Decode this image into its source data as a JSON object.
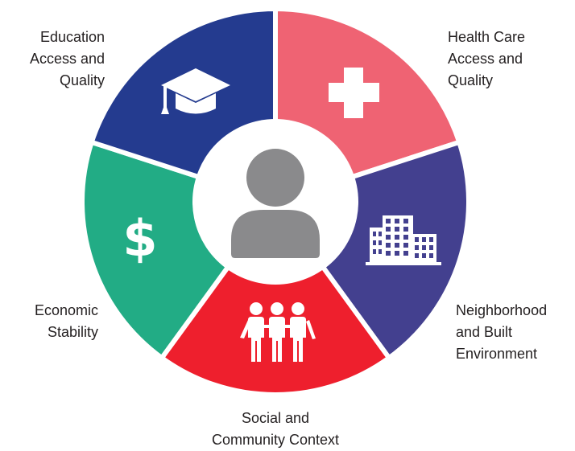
{
  "diagram": {
    "segments": [
      {
        "id": "education",
        "label_lines": [
          "Education",
          "Access and",
          "Quality"
        ],
        "color": "#243b8f",
        "icon": "graduation-cap-icon"
      },
      {
        "id": "health",
        "label_lines": [
          "Health Care",
          "Access and",
          "Quality"
        ],
        "color": "#ef6373",
        "icon": "medical-cross-icon"
      },
      {
        "id": "neighborhood",
        "label_lines": [
          "Neighborhood",
          "and Built",
          "Environment"
        ],
        "color": "#43408f",
        "icon": "buildings-icon"
      },
      {
        "id": "social",
        "label_lines": [
          "Social and",
          "Community Context"
        ],
        "color": "#ee1f2d",
        "icon": "people-group-icon"
      },
      {
        "id": "economic",
        "label_lines": [
          "Economic",
          "Stability"
        ],
        "color": "#22ac85",
        "icon": "dollar-sign-icon"
      }
    ],
    "center": {
      "icon": "person-icon",
      "color": "#8a8a8c",
      "background": "#ffffff"
    },
    "icon_color": "#ffffff"
  }
}
